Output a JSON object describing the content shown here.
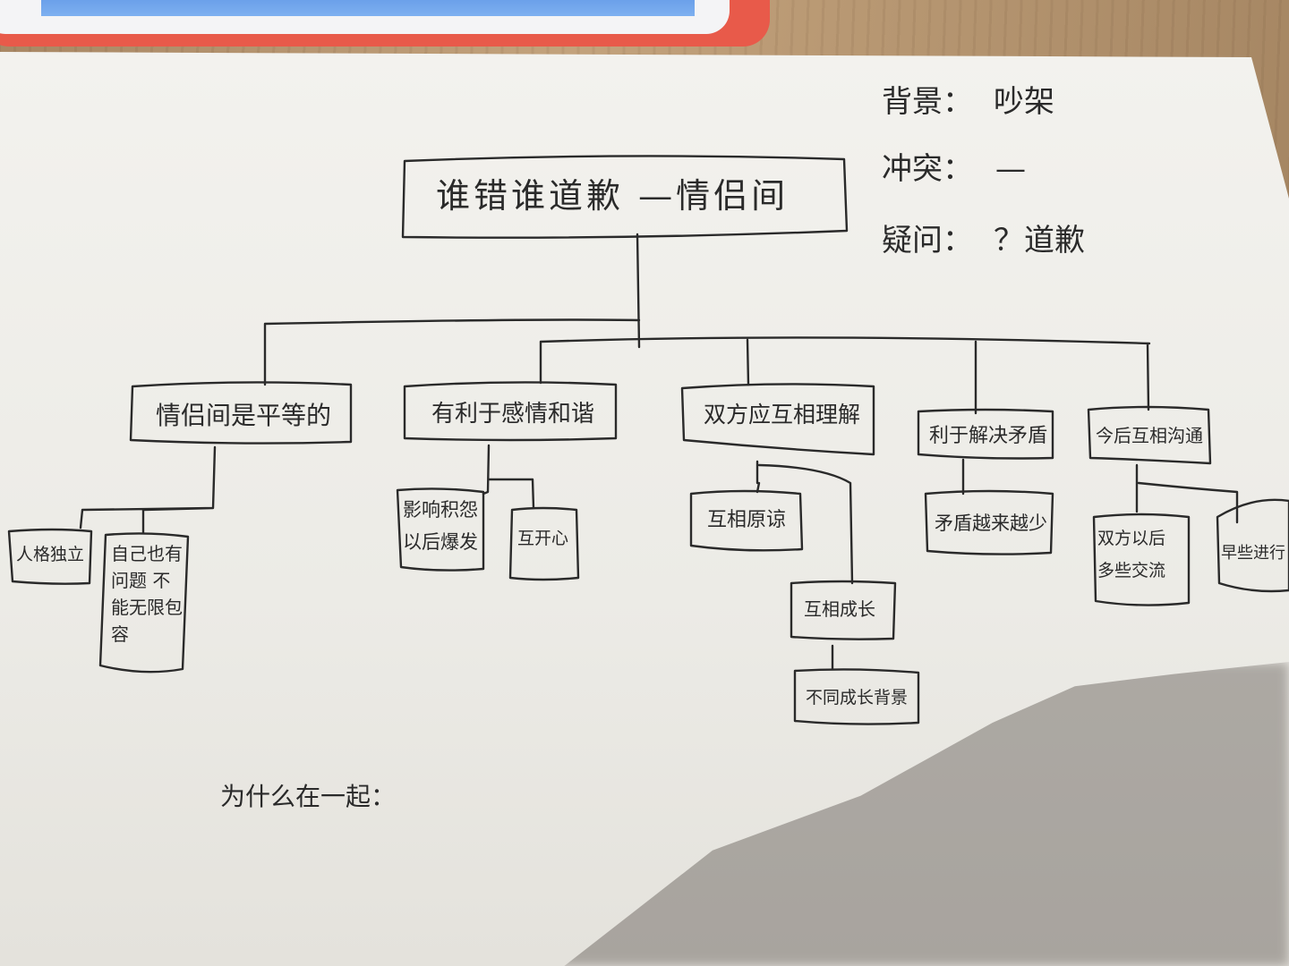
{
  "root_title": "谁错谁道歉 —情侣间",
  "side_notes": [
    {
      "key": "背景：",
      "value": "吵架"
    },
    {
      "key": "冲突：",
      "value": "—"
    },
    {
      "key": "疑问：",
      "value": "？道歉"
    }
  ],
  "branches": [
    {
      "label": "情侣间是平等的",
      "children": [
        "人格独立",
        "自己也有问题 不能无限包容"
      ]
    },
    {
      "label": "有利于感情和谐",
      "children": [
        "影响积怨 以后爆发",
        "互开心"
      ]
    },
    {
      "label": "双方应互相理解",
      "children": [
        "互相原谅",
        "互相成长",
        "不同成长背景"
      ]
    },
    {
      "label": "利于解决矛盾",
      "children": [
        "矛盾越来越少"
      ]
    },
    {
      "label": "今后互相沟通",
      "children": [
        "双方以后 多些交流",
        "早些进行"
      ]
    }
  ],
  "bottom_note": "为什么在一起：",
  "colors": {
    "ink": "#2a2a2a",
    "paper": "#f1f0ec",
    "table": "#c2a27c",
    "tablet_case": "#e85a4a",
    "tablet_screen": "#5b93e6"
  }
}
